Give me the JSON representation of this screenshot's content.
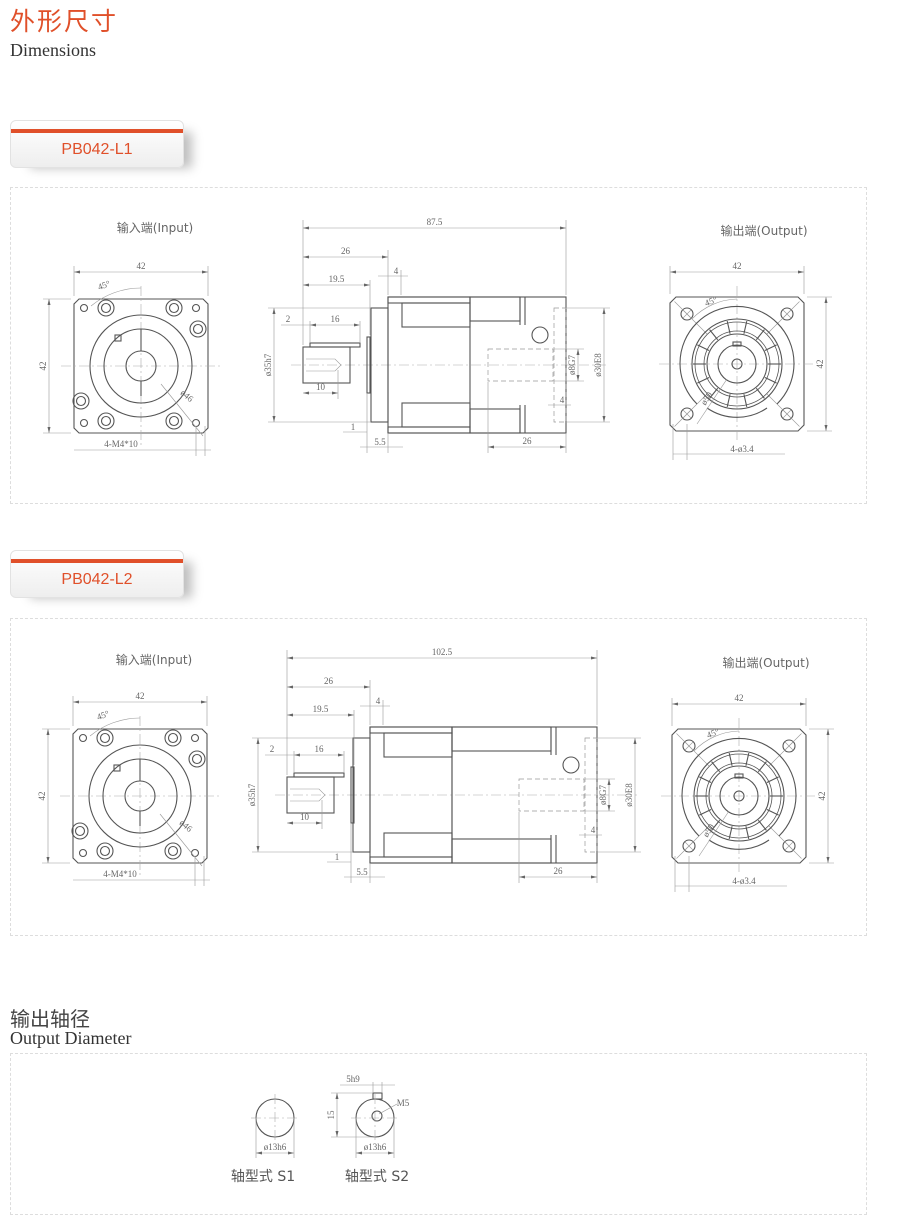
{
  "header": {
    "title_cn": "外形尺寸",
    "title_en": "Dimensions"
  },
  "models": [
    {
      "tab": "PB042-L1",
      "input_label": "输入端(Input)",
      "output_label": "输出端(Output)",
      "input": {
        "width": "42",
        "height": "42",
        "angle": "45°",
        "pcd": "ø46",
        "holes": "4-M4*10"
      },
      "side": {
        "overall": "87.5",
        "d26": "26",
        "d19": "19.5",
        "d4a": "4",
        "d2": "2",
        "d16": "16",
        "shaft_dia": "ø35h7",
        "d10": "10",
        "d1": "1",
        "d55": "5.5",
        "out26": "26",
        "bore": "ø8G7",
        "pilot": "ø30E8",
        "d4b": "4"
      },
      "output": {
        "width": "42",
        "height": "42",
        "angle": "45°",
        "pcd": "ø50",
        "holes": "4-ø3.4"
      }
    },
    {
      "tab": "PB042-L2",
      "input_label": "输入端(Input)",
      "output_label": "输出端(Output)",
      "input": {
        "width": "42",
        "height": "42",
        "angle": "45°",
        "pcd": "ø46",
        "holes": "4-M4*10"
      },
      "side": {
        "overall": "102.5",
        "d26": "26",
        "d19": "19.5",
        "d4a": "4",
        "d2": "2",
        "d16": "16",
        "shaft_dia": "ø35h7",
        "d10": "10",
        "d1": "1",
        "d55": "5.5",
        "out26": "26",
        "bore": "ø8G7",
        "pilot": "ø30E8",
        "d4b": "4"
      },
      "output": {
        "width": "42",
        "height": "42",
        "angle": "45°",
        "pcd": "ø50",
        "holes": "4-ø3.4"
      }
    }
  ],
  "shaft_section": {
    "title_cn": "输出轴径",
    "title_en": "Output Diameter",
    "s1": {
      "dia": "ø13h6",
      "caption": "轴型式 S1"
    },
    "s2": {
      "dia": "ø13h6",
      "key": "5h9",
      "height": "15",
      "thread": "M5",
      "caption": "轴型式 S2"
    }
  },
  "colors": {
    "accent": "#e0502a",
    "line": "#555555"
  }
}
